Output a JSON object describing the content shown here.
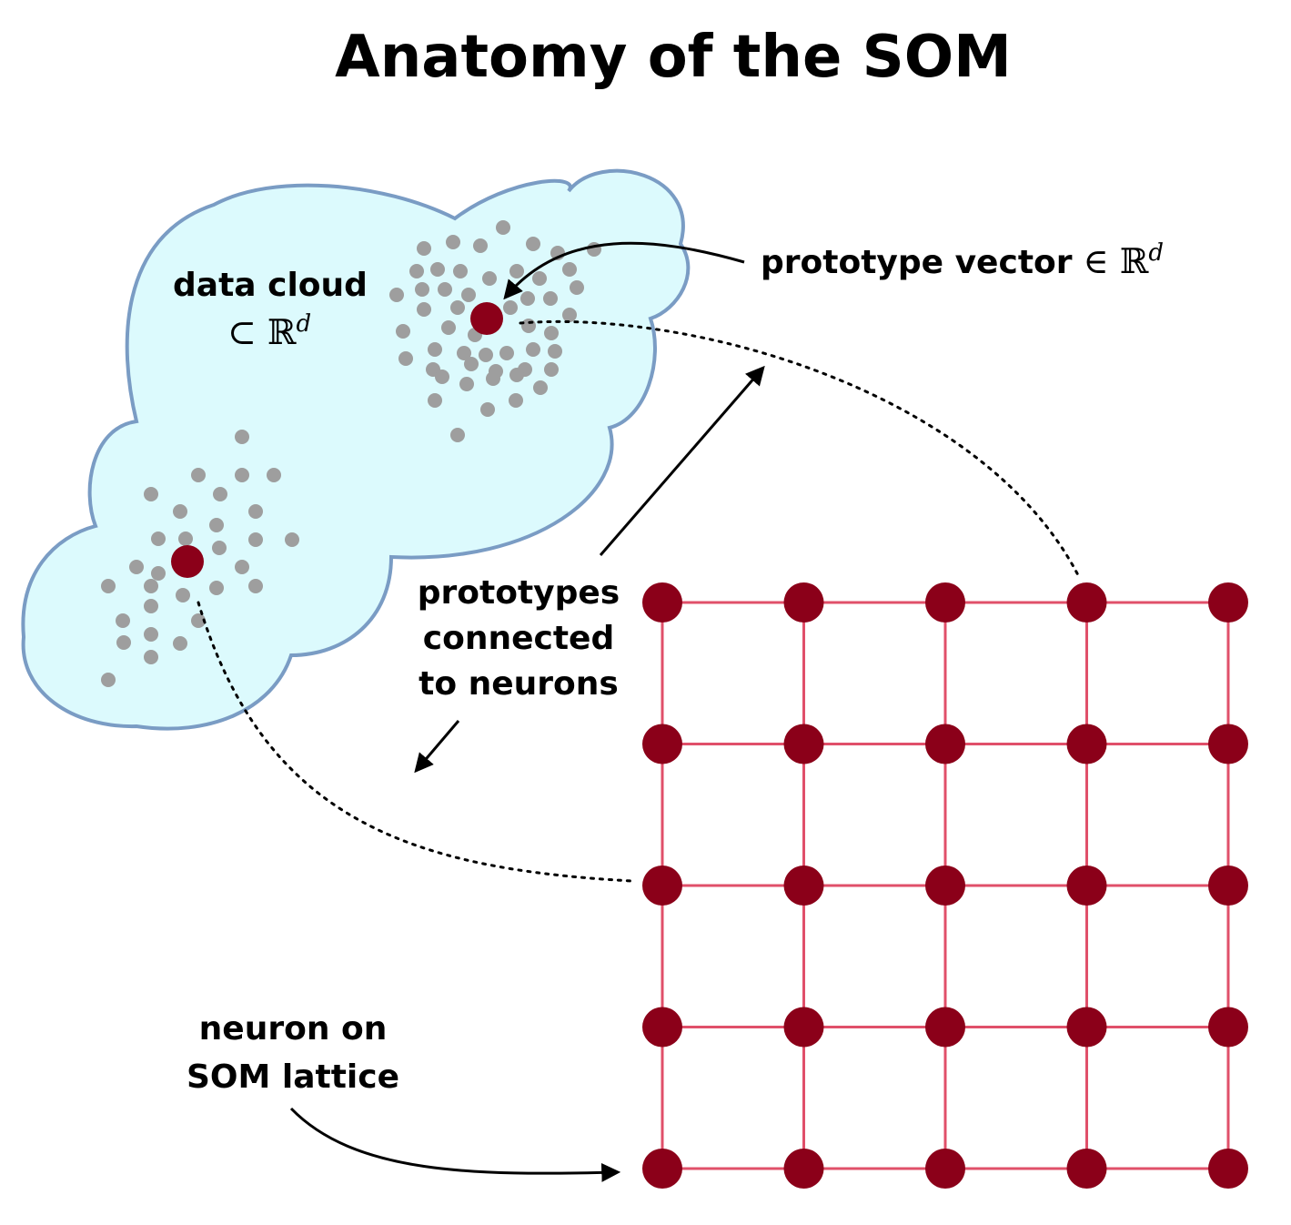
{
  "title": "Anatomy of the SOM",
  "labels": {
    "data_cloud": "data cloud",
    "data_cloud_math": "⊂ ℝ",
    "data_cloud_sup": "d",
    "prototype_vector": "prototype vector",
    "prototype_vector_math": "∈ ℝ",
    "prototype_vector_sup": "d",
    "prototypes_line1": "prototypes",
    "prototypes_line2": "connected",
    "prototypes_line3": "to neurons",
    "neuron_line1": "neuron on",
    "neuron_line2": "SOM lattice"
  },
  "colors": {
    "cloud_fill": "#dcfafd",
    "cloud_stroke": "#7a9cc4",
    "data_point": "#9e9e9e",
    "prototype": "#8b0019",
    "neuron": "#8b0019",
    "lattice_edge": "#e0506a",
    "arrow": "#000000"
  },
  "lattice": {
    "rows": 5,
    "cols": 5
  }
}
